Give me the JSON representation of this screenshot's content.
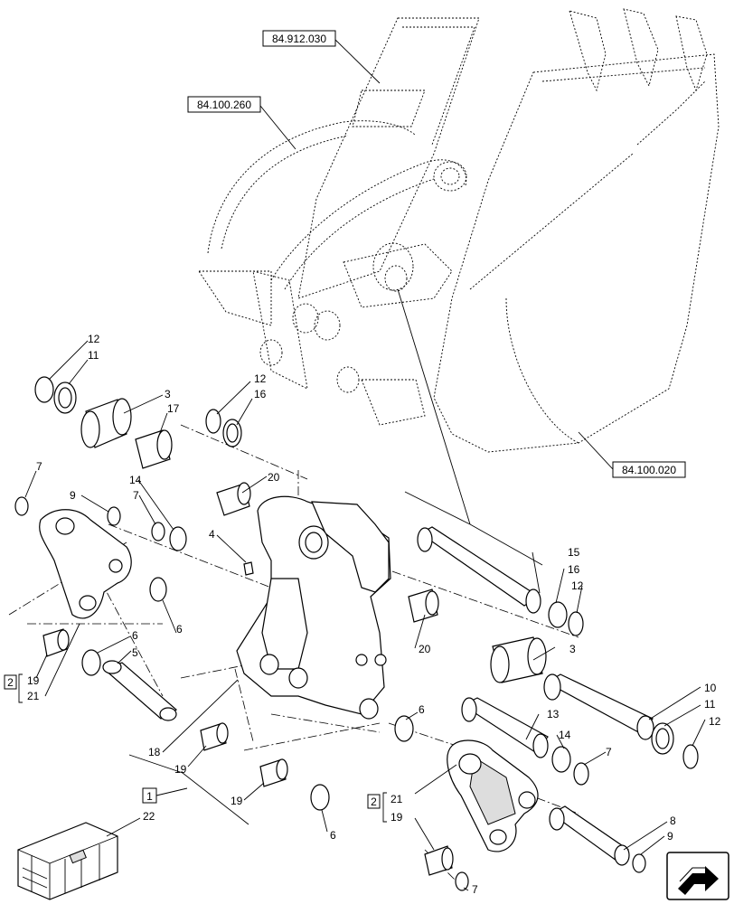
{
  "references": {
    "stick": "84.912.030",
    "linkage": "84.100.260",
    "bucket": "84.100.020"
  },
  "callouts": [
    {
      "id": "c12a",
      "text": "12"
    },
    {
      "id": "c11a",
      "text": "11"
    },
    {
      "id": "c3a",
      "text": "3"
    },
    {
      "id": "c17",
      "text": "17"
    },
    {
      "id": "c12b",
      "text": "12"
    },
    {
      "id": "c16a",
      "text": "16"
    },
    {
      "id": "c7a",
      "text": "7"
    },
    {
      "id": "c9a",
      "text": "9"
    },
    {
      "id": "c14a",
      "text": "14"
    },
    {
      "id": "c7b",
      "text": "7"
    },
    {
      "id": "c20a",
      "text": "20"
    },
    {
      "id": "c4",
      "text": "4"
    },
    {
      "id": "c6a",
      "text": "6"
    },
    {
      "id": "c6b",
      "text": "6"
    },
    {
      "id": "c5",
      "text": "5"
    },
    {
      "id": "c19a",
      "text": "19"
    },
    {
      "id": "c21a",
      "text": "21"
    },
    {
      "id": "c15",
      "text": "15"
    },
    {
      "id": "c16b",
      "text": "16"
    },
    {
      "id": "c12c",
      "text": "12"
    },
    {
      "id": "c20b",
      "text": "20"
    },
    {
      "id": "c3b",
      "text": "3"
    },
    {
      "id": "c10",
      "text": "10"
    },
    {
      "id": "c11b",
      "text": "11"
    },
    {
      "id": "c12d",
      "text": "12"
    },
    {
      "id": "c6c",
      "text": "6"
    },
    {
      "id": "c13",
      "text": "13"
    },
    {
      "id": "c14b",
      "text": "14"
    },
    {
      "id": "c7c",
      "text": "7"
    },
    {
      "id": "c18",
      "text": "18"
    },
    {
      "id": "c19b",
      "text": "19"
    },
    {
      "id": "c19c",
      "text": "19"
    },
    {
      "id": "c6d",
      "text": "6"
    },
    {
      "id": "c21b",
      "text": "21"
    },
    {
      "id": "c19d",
      "text": "19"
    },
    {
      "id": "c8",
      "text": "8"
    },
    {
      "id": "c9b",
      "text": "9"
    },
    {
      "id": "c7d",
      "text": "7"
    },
    {
      "id": "c22",
      "text": "22"
    }
  ],
  "groups": {
    "kit1": "1",
    "kit2a": "2",
    "kit2b": "2"
  },
  "nav_icon": "next-page-arrow-icon"
}
